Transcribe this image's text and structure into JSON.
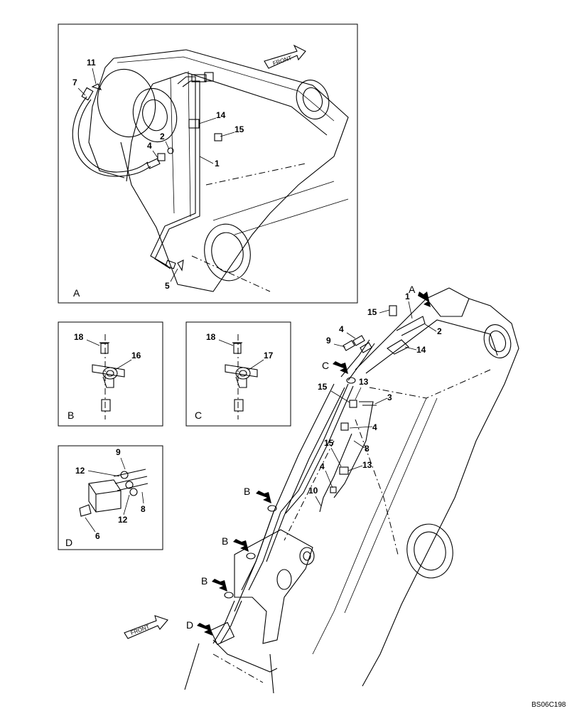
{
  "drawing_ref": "BS06C198",
  "front_label": "FRONT",
  "views": {
    "A": {
      "label": "A",
      "callouts": [
        "11",
        "7",
        "14",
        "2",
        "15",
        "4",
        "1",
        "5"
      ]
    },
    "B": {
      "label": "B",
      "callouts": [
        "18",
        "16"
      ]
    },
    "C": {
      "label": "C",
      "callouts": [
        "18",
        "17"
      ]
    },
    "D": {
      "label": "D",
      "callouts": [
        "9",
        "12",
        "12",
        "8",
        "6"
      ]
    }
  },
  "main_view": {
    "callouts": [
      "1",
      "15",
      "2",
      "4",
      "9",
      "14",
      "13",
      "3",
      "15",
      "4",
      "8",
      "15",
      "4",
      "13",
      "10"
    ],
    "view_arrows": [
      "A",
      "C",
      "B",
      "B",
      "B",
      "D"
    ]
  }
}
